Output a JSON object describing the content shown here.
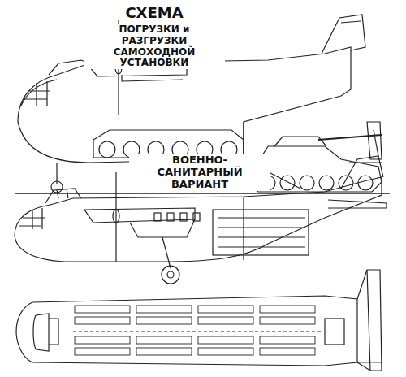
{
  "diagram": {
    "labels": [
      "СХЕМА",
      "ПОГРУЗКИ и РАЗГРУЗКИ САМОХОДНОЙ УСТАНОВКИ",
      "ВОЕННО-САНИТАРНЫЙ ВАРИАНТ"
    ]
  }
}
